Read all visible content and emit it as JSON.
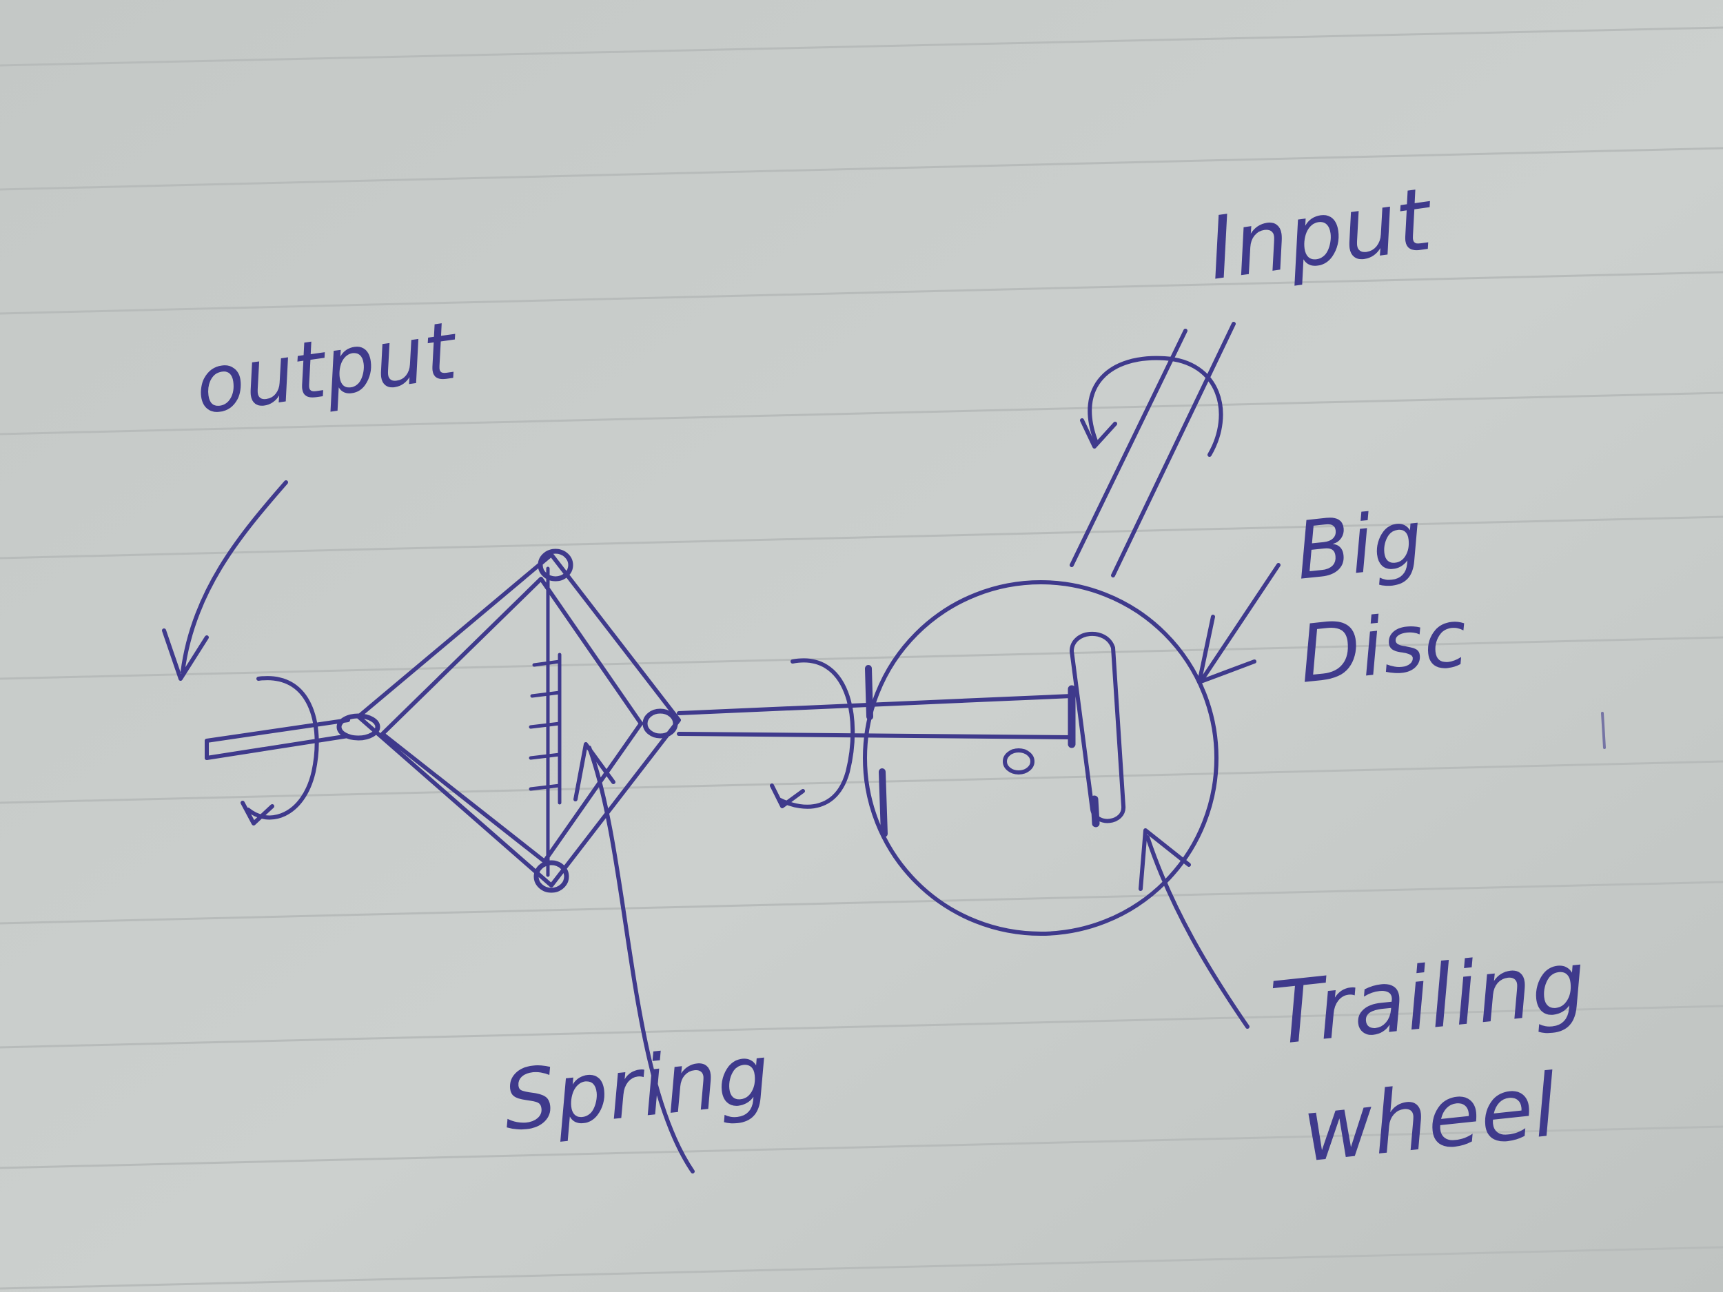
{
  "labels": {
    "output": "output",
    "input": "Input",
    "big_disc_line1": "Big",
    "big_disc_line2": "Disc",
    "spring": "Spring",
    "trailing_line1": "Trailing",
    "trailing_line2": "wheel"
  },
  "colors": {
    "ink": "#3f3a8c",
    "paper": "#c9cdcb",
    "rule_line": "#b7bbba"
  }
}
